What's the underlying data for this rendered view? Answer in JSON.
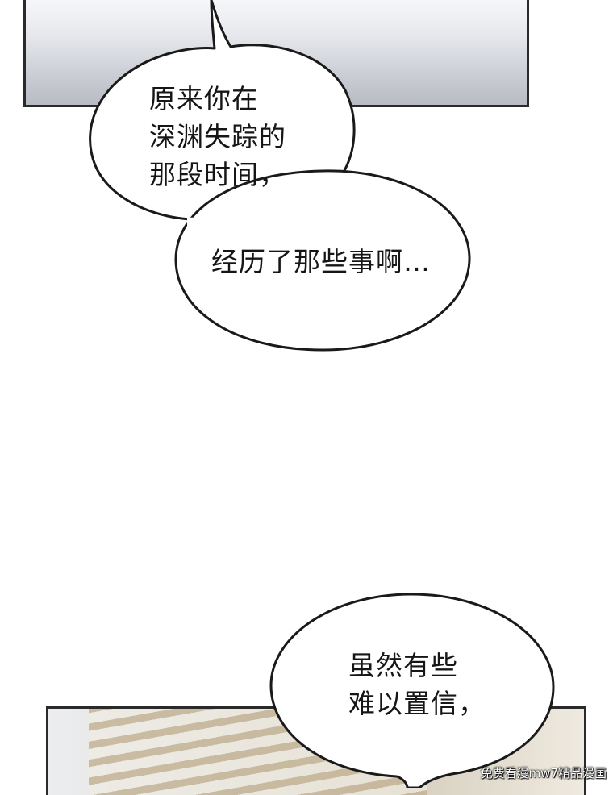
{
  "speech_bubbles": [
    {
      "lines": [
        "原来你在",
        "深渊失踪的",
        "那段时间，"
      ]
    },
    {
      "lines": [
        "经历了那些事啊…"
      ]
    },
    {
      "lines": [
        "虽然有些",
        "难以置信，"
      ]
    }
  ],
  "watermark": "免费看漫mw7精品漫画",
  "colors": {
    "bubble_fill": "#ffffff",
    "outline": "#1a1a1a"
  }
}
